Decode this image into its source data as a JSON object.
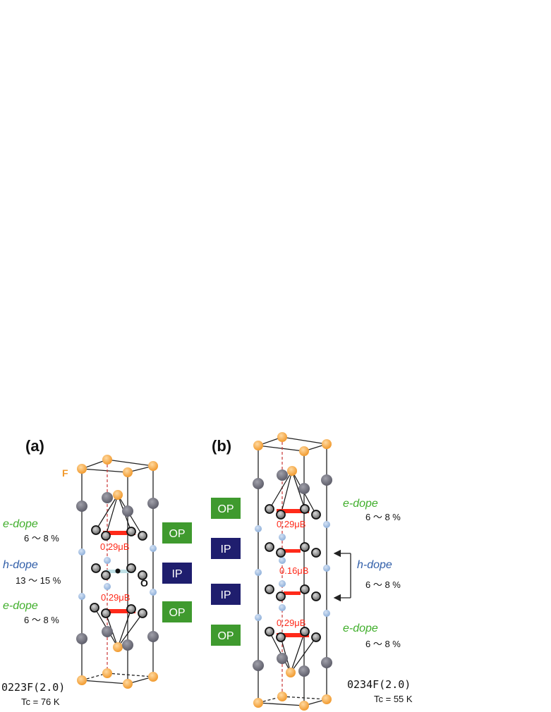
{
  "colors": {
    "electron_dope": "#3fae2a",
    "hole_dope": "#2f5da8",
    "moment": "#ff2a1a",
    "op_box": "#3f9a2e",
    "ip_box": "#1f1e6e",
    "fluorine": "#f5a442",
    "metal_atom": "#7a7a86",
    "small_atom": "#a9c2e3",
    "oxygen": "#3a3a3a"
  },
  "panel_a": {
    "label": "(a)",
    "atom_label": "F",
    "oxygen_label": "O",
    "dope_labels": [
      {
        "type": "e-dope",
        "range": "6 〜 8 %"
      },
      {
        "type": "h-dope",
        "range": "13 〜 15 %"
      },
      {
        "type": "e-dope",
        "range": "6 〜 8 %"
      }
    ],
    "layers": [
      "OP",
      "IP",
      "OP"
    ],
    "moments": [
      "0.29μB",
      "0.29μB"
    ],
    "compound": "0223F(2.0)",
    "tc": "Tc = 76 K"
  },
  "panel_b": {
    "label": "(b)",
    "dope_labels": [
      {
        "type": "e-dope",
        "range": "6 〜 8 %"
      },
      {
        "type": "h-dope",
        "range": "6 〜 8 %"
      },
      {
        "type": "e-dope",
        "range": "6 〜 8 %"
      }
    ],
    "layers": [
      "OP",
      "IP",
      "IP",
      "OP"
    ],
    "moments": [
      "0.29μB",
      "0.16μB",
      "0.29μB"
    ],
    "compound": "0234F(2.0)",
    "tc": "Tc = 55 K"
  }
}
